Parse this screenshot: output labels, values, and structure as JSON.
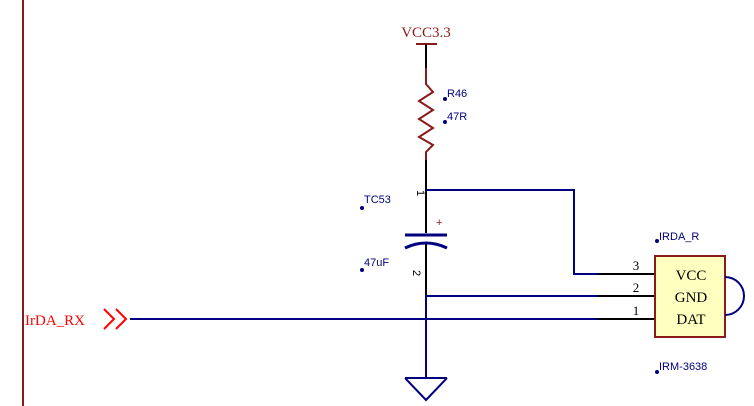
{
  "power": {
    "label": "VCC3.3"
  },
  "resistor": {
    "designator": "R46",
    "value": "47R"
  },
  "capacitor": {
    "designator": "TC53",
    "value": "47uF",
    "polarity": "+",
    "pin1": "1",
    "pin2": "2"
  },
  "ic": {
    "designator": "IRDA_R",
    "part": "IRM-3638",
    "pins": [
      {
        "number": "3",
        "name": "VCC"
      },
      {
        "number": "2",
        "name": "GND"
      },
      {
        "number": "1",
        "name": "DAT"
      }
    ]
  },
  "port": {
    "label": "IrDA_RX"
  },
  "colors": {
    "wire": "#000080",
    "power": "#8b1a1a",
    "ic_fill": "#ffffc0",
    "ic_border": "#8b1a1a",
    "port": "#ff0000",
    "frame": "#8b1a1a"
  }
}
